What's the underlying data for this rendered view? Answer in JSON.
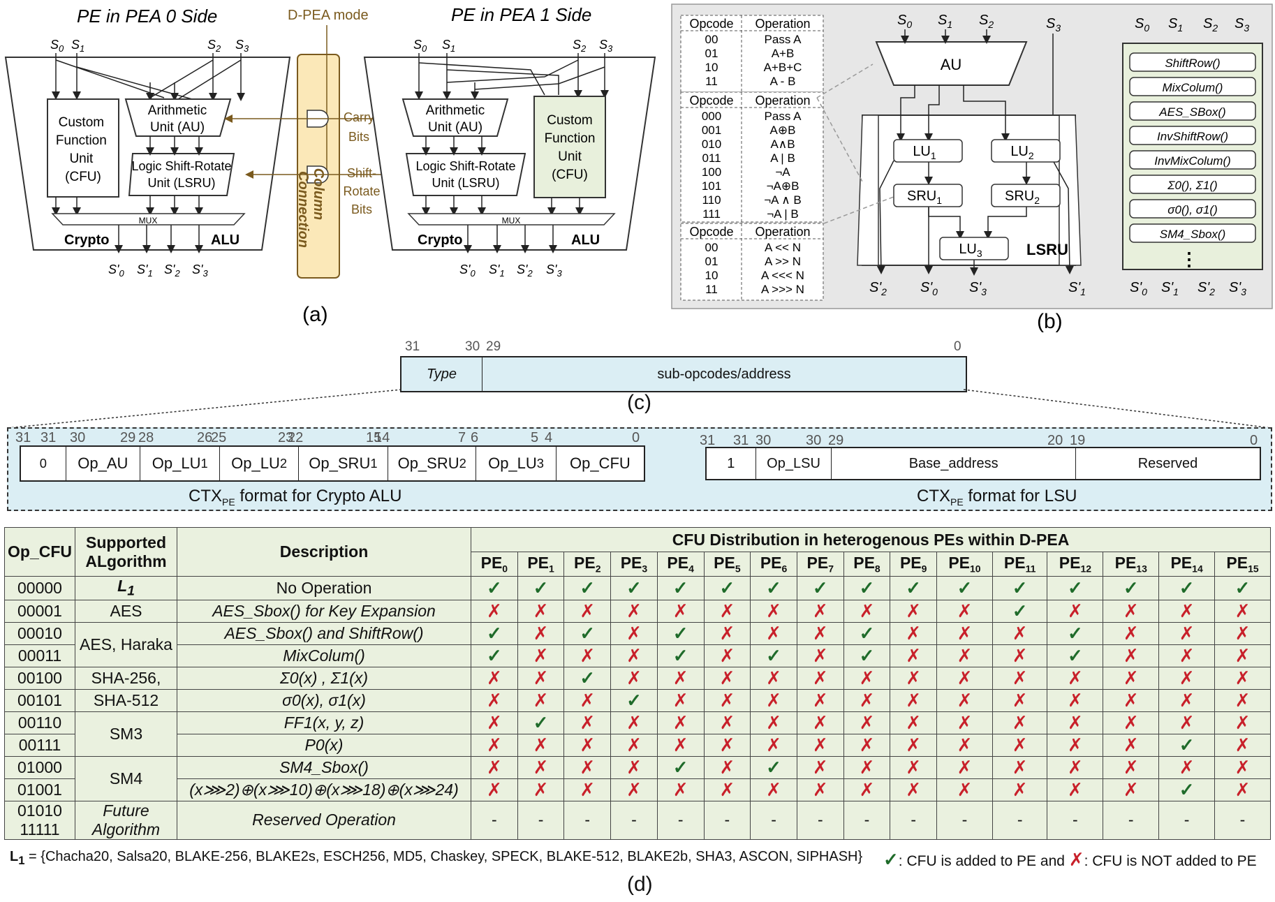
{
  "panel_a": {
    "left_title": "PE in PEA 0 Side",
    "right_title": "PE in PEA 1 Side",
    "dpea_mode": "D-PEA mode",
    "inputs": [
      "S0",
      "S1",
      "S2",
      "S3"
    ],
    "outputs": [
      "S'0",
      "S'1",
      "S'2",
      "S'3"
    ],
    "cfu_label": [
      "Custom",
      "Function",
      "Unit",
      "(CFU)"
    ],
    "au_label": [
      "Arithmetic",
      "Unit (AU)"
    ],
    "lsru_label": [
      "Logic Shift-Rotate",
      "Unit (LSRU)"
    ],
    "mux": "MUX",
    "crypto": "Crypto",
    "alu": "ALU",
    "carry": [
      "Carry",
      "Bits"
    ],
    "shift": [
      "Shift-",
      "Rotate",
      "Bits"
    ],
    "column": [
      "Column",
      "Connection"
    ],
    "caption": "(a)"
  },
  "panel_b": {
    "tables": [
      {
        "head": [
          "Opcode",
          "Operation"
        ],
        "rows": [
          [
            "00",
            "Pass A"
          ],
          [
            "01",
            "A+B"
          ],
          [
            "10",
            "A+B+C"
          ],
          [
            "11",
            "A - B"
          ]
        ]
      },
      {
        "head": [
          "Opcode",
          "Operation"
        ],
        "rows": [
          [
            "000",
            "Pass A"
          ],
          [
            "001",
            "A⊕B"
          ],
          [
            "010",
            "A∧B"
          ],
          [
            "011",
            "A | B"
          ],
          [
            "100",
            "¬A"
          ],
          [
            "101",
            "¬A⊕B"
          ],
          [
            "110",
            "¬A ∧ B"
          ],
          [
            "111",
            "¬A | B"
          ]
        ]
      },
      {
        "head": [
          "Opcode",
          "Operation"
        ],
        "rows": [
          [
            "00",
            "A << N"
          ],
          [
            "01",
            "A >> N"
          ],
          [
            "10",
            "A <<< N"
          ],
          [
            "11",
            "A >>> N"
          ]
        ]
      }
    ],
    "au": "AU",
    "lu1": "LU1",
    "lu2": "LU2",
    "lu3": "LU3",
    "sru1": "SRU1",
    "sru2": "SRU2",
    "lsru": "LSRU",
    "cfu_funcs": [
      "ShiftRow()",
      "MixColum()",
      "AES_SBox()",
      "InvShiftRow()",
      "InvMixColum()",
      "Σ0(), Σ1()",
      "σ0(), σ1()",
      "SM4_Sbox()"
    ],
    "ellipsis": "⋮",
    "caption": "(b)"
  },
  "panel_c": {
    "bit_31": "31",
    "bit_30": "30",
    "bit_29": "29",
    "bit_0": "0",
    "type": "Type",
    "sub": "sub-opcodes/address",
    "caption": "(c)"
  },
  "ctx_crypto": {
    "bits": [
      "31",
      "31",
      "30",
      "29",
      "28",
      "26",
      "25",
      "23",
      "22",
      "15",
      "14",
      "7",
      "6",
      "5",
      "4",
      "0"
    ],
    "fields": [
      "0",
      "Op_AU",
      "Op_LU1",
      "Op_LU2",
      "Op_SRU1",
      "Op_SRU2",
      "Op_LU3",
      "Op_CFU"
    ],
    "caption": "CTXPE format for Crypto ALU"
  },
  "ctx_lsu": {
    "bits": [
      "31",
      "31",
      "30",
      "30",
      "29",
      "20",
      "19",
      "0"
    ],
    "fields": [
      "1",
      "Op_LSU",
      "Base_address",
      "Reserved"
    ],
    "caption": "CTXPE format for LSU"
  },
  "table_d": {
    "h_opcfu": "Op_CFU",
    "h_alg": "Supported ALgorithm",
    "h_desc": "Description",
    "h_dist": "CFU Distribution in heterogenous PEs within D-PEA",
    "pes": [
      "PE0",
      "PE1",
      "PE2",
      "PE3",
      "PE4",
      "PE5",
      "PE6",
      "PE7",
      "PE8",
      "PE9",
      "PE10",
      "PE11",
      "PE12",
      "PE13",
      "PE14",
      "PE15"
    ],
    "rows": [
      {
        "op": "00000",
        "alg": "L1",
        "desc": "No Operation",
        "m": "YYYYYYYYYYYYYYYY"
      },
      {
        "op": "00001",
        "alg": "AES",
        "desc": "AES_Sbox() for Key Expansion",
        "m": "NNNNNNNNNNNYNNNN"
      },
      {
        "op": "00010",
        "alg": "AES, Haraka",
        "desc": "AES_Sbox() and ShiftRow()",
        "m": "YNYNYNNNYNNNYNNN"
      },
      {
        "op": "00011",
        "alg": "",
        "desc": "MixColum()",
        "m": "YNNNYNYNYNNNYNNN"
      },
      {
        "op": "00100",
        "alg": "SHA-256,",
        "desc": "Σ0(x) , Σ1(x)",
        "m": "NNYNNNNNNNNNNNNN"
      },
      {
        "op": "00101",
        "alg": "SHA-512",
        "desc": "σ0(x), σ1(x)",
        "m": "NNNYNNNNNNNNNNNN"
      },
      {
        "op": "00110",
        "alg": "SM3",
        "desc": "FF1(x, y, z)",
        "m": "NYNNNNNNNNNNNNNN"
      },
      {
        "op": "00111",
        "alg": "",
        "desc": "P0(x)",
        "m": "NNNNNNNNNNNNNNYN"
      },
      {
        "op": "01000",
        "alg": "SM4",
        "desc": "SM4_Sbox()",
        "m": "NNNNYNYNNNNNNNNN"
      },
      {
        "op": "01001",
        "alg": "",
        "desc": "(x⋙2)⊕(x⋙10)⊕(x⋙18)⊕(x⋙24)",
        "m": "NNNNNNNNNNNNNNYN"
      },
      {
        "op": "01010 ~ 11111",
        "alg": "Future Algorithm",
        "desc": "Reserved Operation",
        "m": "----------------"
      }
    ],
    "footnote": "L1 = {Chacha20, Salsa20, BLAKE-256, BLAKE2s, ESCH256, MD5, Chaskey, SPECK, BLAKE-512, BLAKE2b, SHA3, ASCON, SIPHASH}",
    "legend": ": CFU is added to PE and",
    "legend2": ": CFU is NOT added to PE",
    "caption": "(d)"
  }
}
